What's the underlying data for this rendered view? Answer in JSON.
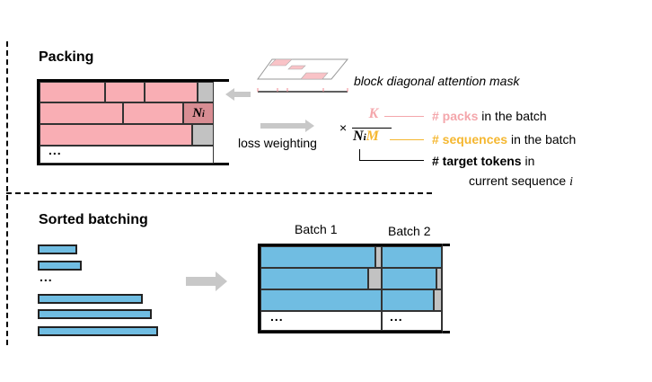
{
  "packing": {
    "title": "Packing",
    "ni_label": "N",
    "ni_sub": "i",
    "ellipsis": "...",
    "mask_label": "block diagonal attention mask",
    "loss_label": "loss weighting",
    "times": "×",
    "formula": {
      "numerator": "K",
      "denominator_n": "N",
      "denominator_sub": "i",
      "denominator_m": "M"
    },
    "annotations": [
      {
        "highlight": "# packs",
        "rest": " in the batch",
        "color": "#f4a6ab"
      },
      {
        "highlight": "# sequences",
        "rest": " in the batch",
        "color": "#f5b730"
      },
      {
        "highlight": "# target tokens",
        "rest": " in",
        "color": "#000000"
      }
    ],
    "annotation_line2": "current sequence ",
    "annotation_line2_var": "i"
  },
  "sorted": {
    "title": "Sorted batching",
    "ellipsis": "...",
    "batch1_label": "Batch 1",
    "batch2_label": "Batch 2",
    "batch1_ellipsis": "...",
    "batch2_ellipsis": "..."
  },
  "colors": {
    "pink": "#f9aeb4",
    "pink_dark": "#d88d93",
    "gray": "#c2c2c2",
    "blue": "#70bde2",
    "yellow": "#f5b730",
    "arrow_gray": "#c8c8c8"
  }
}
